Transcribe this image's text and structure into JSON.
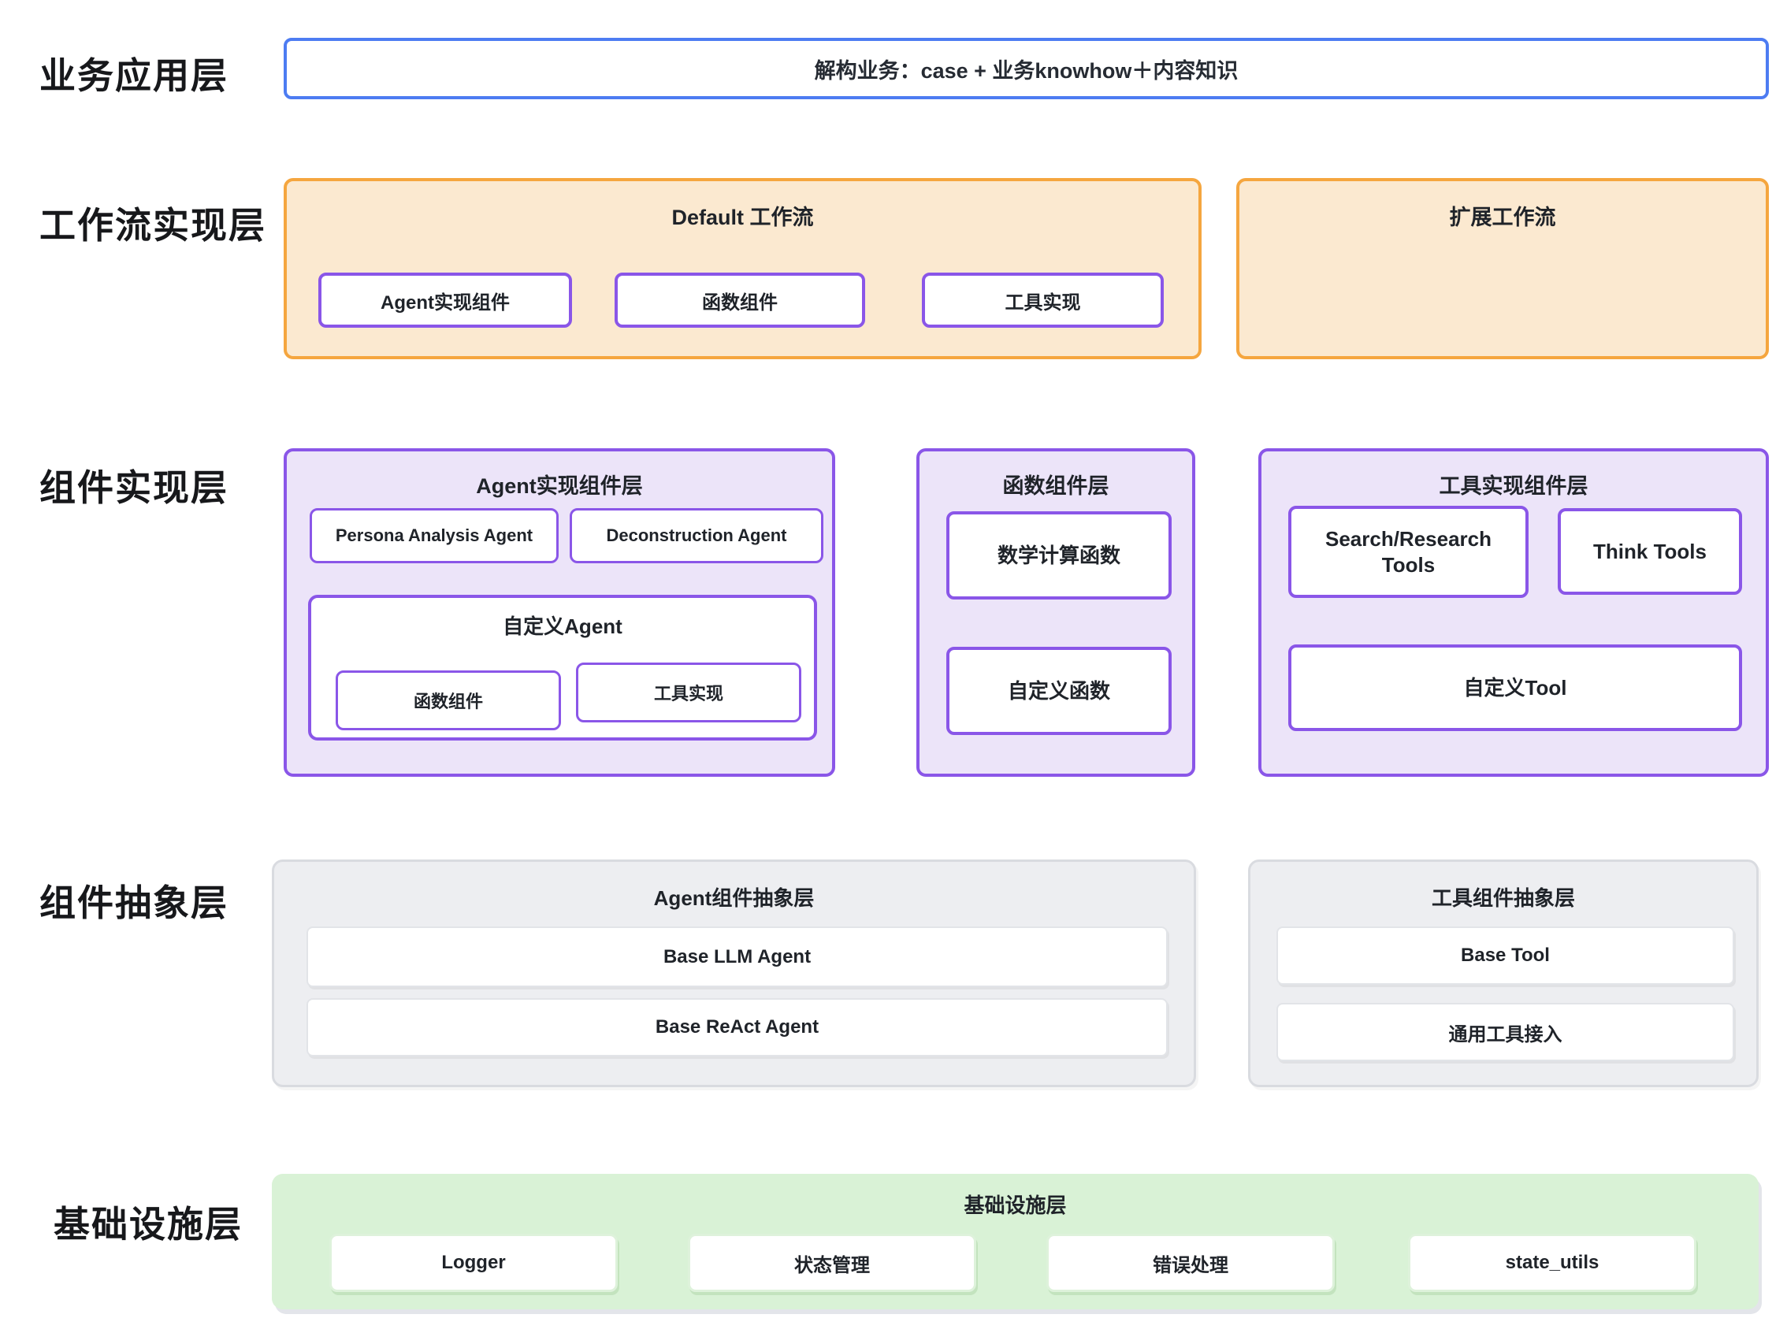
{
  "colors": {
    "blue_border": "#4d7cf2",
    "orange_border": "#f5a63f",
    "orange_fill": "#fbe9d0",
    "purple_border": "#8a56e8",
    "purple_fill": "#ece4f9",
    "gray_fill": "#edeef1",
    "gray_border": "#d9dbe0",
    "green_fill": "#d9f2d6",
    "text": "#1f2329"
  },
  "business_layer": {
    "label": "业务应用层",
    "main_box": "解构业务：case + 业务knowhow＋内容知识"
  },
  "workflow_layer": {
    "label": "工作流实现层",
    "default_workflow": {
      "title": "Default 工作流",
      "items": [
        "Agent实现组件",
        "函数组件",
        "工具实现"
      ]
    },
    "extended_workflow": {
      "title": "扩展工作流"
    }
  },
  "component_impl_layer": {
    "label": "组件实现层",
    "agent_components": {
      "title": "Agent实现组件层",
      "agents": [
        "Persona Analysis Agent",
        "Deconstruction Agent"
      ],
      "custom_agent": {
        "title": "自定义Agent",
        "items": [
          "函数组件",
          "工具实现"
        ]
      }
    },
    "function_components": {
      "title": "函数组件层",
      "items": [
        "数学计算函数",
        "自定义函数"
      ]
    },
    "tool_components": {
      "title": "工具实现组件层",
      "items": [
        "Search/Research Tools",
        "Think Tools",
        "自定义Tool"
      ]
    }
  },
  "abstraction_layer": {
    "label": "组件抽象层",
    "agent_abstraction": {
      "title": "Agent组件抽象层",
      "items": [
        "Base LLM Agent",
        "Base ReAct Agent"
      ]
    },
    "tool_abstraction": {
      "title": "工具组件抽象层",
      "items": [
        "Base Tool",
        "通用工具接入"
      ]
    }
  },
  "infrastructure_layer": {
    "label": "基础设施层",
    "title": "基础设施层",
    "items": [
      "Logger",
      "状态管理",
      "错误处理",
      "state_utils"
    ]
  }
}
